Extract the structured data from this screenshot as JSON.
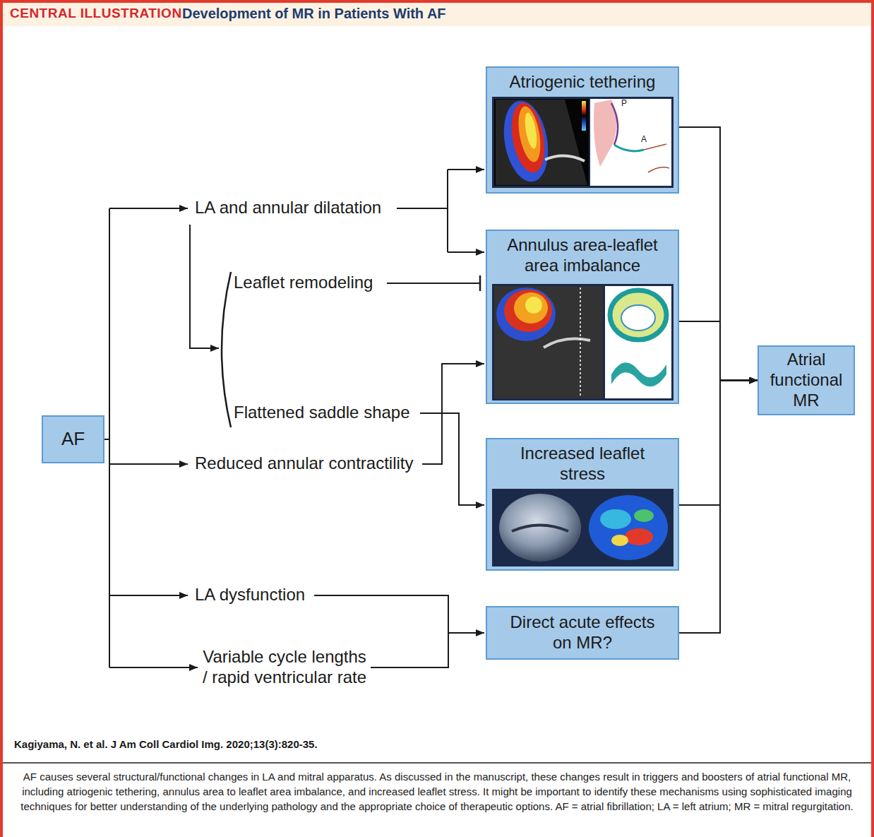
{
  "diagram": {
    "title": "Development of MR in Patients With AF",
    "caption": "AF causes several structural/functional changes in LA and mitral apparatus. As discussed in the manuscript, these changes result in triggers and boosters of atrial functional MR, including atriogenic tethering, annulus area to leaflet area imbalance, and increased leaflet stress. It might be important to identify these mechanisms using sophisticated imaging techniques for better understanding of the underlying pathology and the appropriate choice of therapeutic options. AF = atrial fibrillation; LA = left atrium; MR = mitral regurgitation.",
    "nodes": [
      {
        "text": [
          "AF"
        ]
      },
      {
        "text": [
          "Atriogenic tethering"
        ]
      },
      {
        "text": [
          "Annulus area-leaflet area imbalance"
        ]
      },
      {
        "text": [
          "Increased leaflet stress"
        ]
      },
      {
        "text": [
          "Direct acute effects on MR?"
        ]
      },
      {
        "text": [
          "Atrial functional MR"
        ]
      }
    ],
    "edges": [
      {
        "from": 1,
        "to": 5,
        "arrow": "to"
      },
      {
        "from": 2,
        "to": 5,
        "arrow": "to"
      },
      {
        "from": 3,
        "to": 5,
        "arrow": "to"
      },
      {
        "from": 4,
        "to": 5,
        "arrow": "to"
      }
    ],
    "labels": [
      "CENTRAL ILLUSTRATION",
      "LA and annular dilatation",
      "Leaflet remodeling",
      "Flattened saddle shape",
      "Reduced annular contractility",
      "LA dysfunction",
      "Variable cycle lengths / rapid ventricular rate",
      "P",
      "A",
      "Kagiyama, N. et al. J Am Coll Cardiol Img. 2020;13(3):820-35."
    ]
  }
}
